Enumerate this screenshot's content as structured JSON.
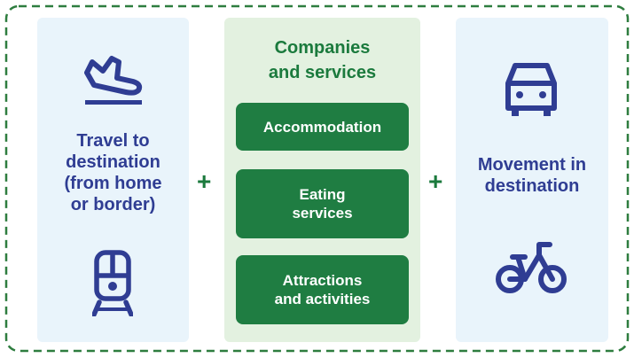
{
  "colors": {
    "navy": "#2f3d93",
    "green": "#1f7d42",
    "border": "#2e7d3f",
    "blue_panel": "#e9f4fb",
    "green_panel": "#e3f1e0"
  },
  "left_panel": {
    "title": [
      "Travel to",
      "destination",
      "(from home",
      "or border)"
    ],
    "icons": [
      "airplane-landing-icon",
      "train-icon"
    ]
  },
  "operator_1": "+",
  "middle_panel": {
    "title": [
      "Companies",
      "and services"
    ],
    "boxes": [
      {
        "lines": [
          "Accommodation"
        ]
      },
      {
        "lines": [
          "Eating",
          "services"
        ]
      },
      {
        "lines": [
          "Attractions",
          "and activities"
        ]
      }
    ]
  },
  "operator_2": "+",
  "right_panel": {
    "title": [
      "Movement in",
      "destination"
    ],
    "icons": [
      "car-icon",
      "bicycle-icon"
    ]
  }
}
